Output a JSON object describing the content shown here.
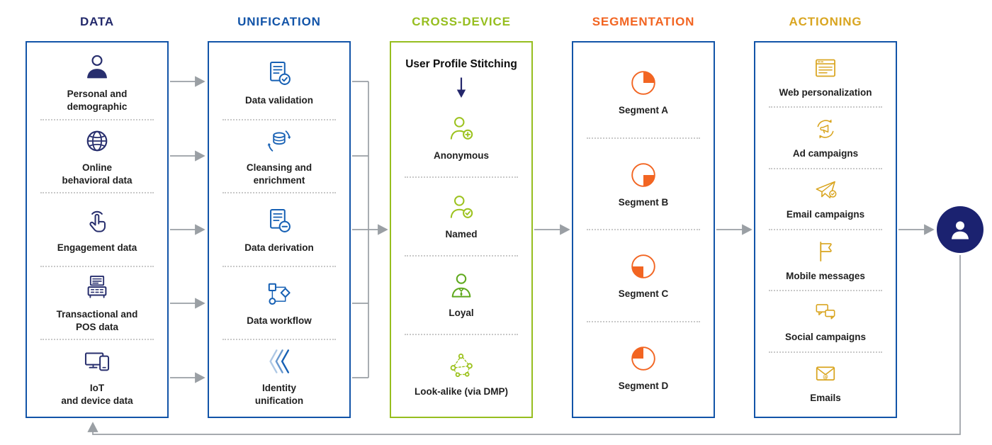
{
  "columns": [
    {
      "id": "data",
      "title": "DATA",
      "title_color": "#23296b",
      "border_color": "#1254a8",
      "icon_color": "#282f6e",
      "items": [
        {
          "icon": "person-icon",
          "label": "Personal and\ndemographic"
        },
        {
          "icon": "globe-icon",
          "label": "Online\nbehavioral data"
        },
        {
          "icon": "touch-icon",
          "label": "Engagement data"
        },
        {
          "icon": "pos-icon",
          "label": "Transactional and\nPOS data"
        },
        {
          "icon": "devices-icon",
          "label": "IoT\nand device data"
        }
      ]
    },
    {
      "id": "unification",
      "title": "UNIFICATION",
      "title_color": "#1254a8",
      "border_color": "#1254a8",
      "icon_color": "#1660b4",
      "items": [
        {
          "icon": "document-check-icon",
          "label": "Data validation"
        },
        {
          "icon": "database-sync-icon",
          "label": "Cleansing and\nenrichment"
        },
        {
          "icon": "document-minus-icon",
          "label": "Data derivation"
        },
        {
          "icon": "workflow-icon",
          "label": "Data workflow"
        },
        {
          "icon": "chevrons-icon",
          "label": "Identity\nunification"
        }
      ]
    },
    {
      "id": "cross-device",
      "title": "CROSS-DEVICE",
      "title_color": "#96be1f",
      "border_color": "#96be1f",
      "icon_color": "#9cc21d",
      "subtitle": "User Profile Stitching",
      "items": [
        {
          "icon": "person-add-icon",
          "label": "Anonymous"
        },
        {
          "icon": "person-check-icon",
          "label": "Named"
        },
        {
          "icon": "person-loyal-icon",
          "label": "Loyal",
          "icon_color": "#5fa91d"
        },
        {
          "icon": "network-icon",
          "label": "Look-alike (via DMP)"
        }
      ]
    },
    {
      "id": "segmentation",
      "title": "SEGMENTATION",
      "title_color": "#f26522",
      "border_color": "#1254a8",
      "icon_color": "#f26522",
      "items": [
        {
          "icon": "pie-quarter-a-icon",
          "label": "Segment A"
        },
        {
          "icon": "pie-quarter-b-icon",
          "label": "Segment B"
        },
        {
          "icon": "pie-quarter-c-icon",
          "label": "Segment C"
        },
        {
          "icon": "pie-quarter-d-icon",
          "label": "Segment D"
        }
      ]
    },
    {
      "id": "actioning",
      "title": "ACTIONING",
      "title_color": "#d9a520",
      "border_color": "#1254a8",
      "icon_color": "#d9a520",
      "items": [
        {
          "icon": "browser-icon",
          "label": "Web personalization"
        },
        {
          "icon": "ad-campaign-icon",
          "label": "Ad campaigns"
        },
        {
          "icon": "paper-plane-icon",
          "label": "Email campaigns"
        },
        {
          "icon": "mobile-message-icon",
          "label": "Mobile messages"
        },
        {
          "icon": "social-chat-icon",
          "label": "Social campaigns"
        },
        {
          "icon": "email-envelope-icon",
          "label": "Emails"
        }
      ]
    }
  ],
  "end_user": {
    "icon": "end-user-icon",
    "background": "#1b2270"
  },
  "connector_color": "#9a9fa4",
  "stitch_arrow_color": "#23266b"
}
